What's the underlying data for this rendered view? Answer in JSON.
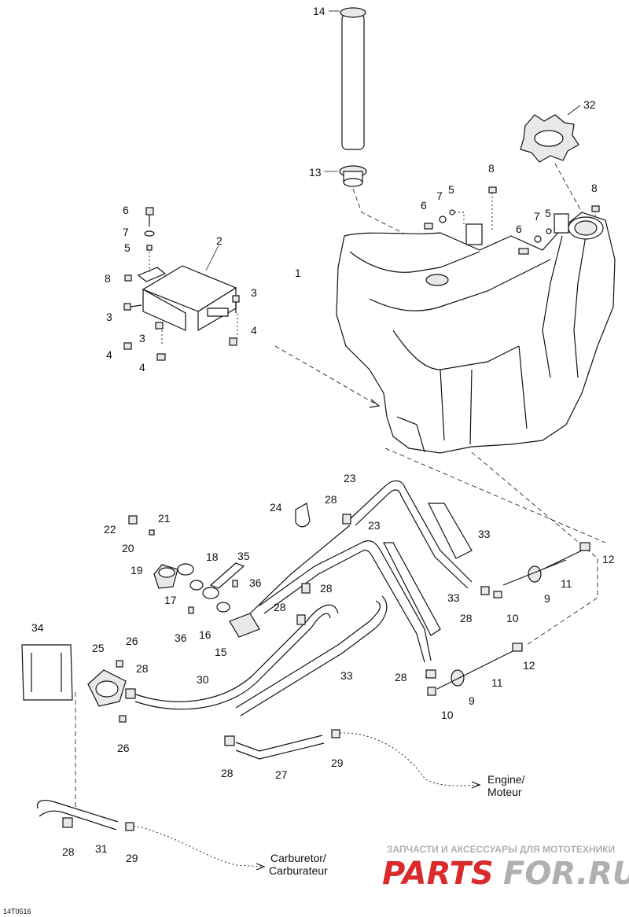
{
  "callouts": [
    {
      "id": "c14",
      "text": "14"
    },
    {
      "id": "c32",
      "text": "32"
    },
    {
      "id": "c13",
      "text": "13"
    },
    {
      "id": "c8a",
      "text": "8"
    },
    {
      "id": "c6a",
      "text": "6"
    },
    {
      "id": "c7a",
      "text": "7"
    },
    {
      "id": "c5a",
      "text": "5"
    },
    {
      "id": "c8b",
      "text": "8"
    },
    {
      "id": "c6b",
      "text": "6"
    },
    {
      "id": "c7b",
      "text": "7"
    },
    {
      "id": "c5b",
      "text": "5"
    },
    {
      "id": "c1",
      "text": "1"
    },
    {
      "id": "c6c",
      "text": "6"
    },
    {
      "id": "c7c",
      "text": "7"
    },
    {
      "id": "c5c",
      "text": "5"
    },
    {
      "id": "c2",
      "text": "2"
    },
    {
      "id": "c8c",
      "text": "8"
    },
    {
      "id": "c3a",
      "text": "3"
    },
    {
      "id": "c3b",
      "text": "3"
    },
    {
      "id": "c3c",
      "text": "3"
    },
    {
      "id": "c4a",
      "text": "4"
    },
    {
      "id": "c4b",
      "text": "4"
    },
    {
      "id": "c4c",
      "text": "4"
    },
    {
      "id": "c23a",
      "text": "23"
    },
    {
      "id": "c28a",
      "text": "28"
    },
    {
      "id": "c24",
      "text": "24"
    },
    {
      "id": "c22",
      "text": "22"
    },
    {
      "id": "c21",
      "text": "21"
    },
    {
      "id": "c20",
      "text": "20"
    },
    {
      "id": "c19",
      "text": "19"
    },
    {
      "id": "c18",
      "text": "18"
    },
    {
      "id": "c35",
      "text": "35"
    },
    {
      "id": "c17",
      "text": "17"
    },
    {
      "id": "c36a",
      "text": "36"
    },
    {
      "id": "c36b",
      "text": "36"
    },
    {
      "id": "c16",
      "text": "16"
    },
    {
      "id": "c15",
      "text": "15"
    },
    {
      "id": "c23b",
      "text": "23"
    },
    {
      "id": "c28b",
      "text": "28"
    },
    {
      "id": "c28c",
      "text": "28"
    },
    {
      "id": "c33a",
      "text": "33"
    },
    {
      "id": "c33b",
      "text": "33"
    },
    {
      "id": "c33c",
      "text": "33"
    },
    {
      "id": "c12a",
      "text": "12"
    },
    {
      "id": "c11a",
      "text": "11"
    },
    {
      "id": "c9a",
      "text": "9"
    },
    {
      "id": "c10a",
      "text": "10"
    },
    {
      "id": "c28d",
      "text": "28"
    },
    {
      "id": "c12b",
      "text": "12"
    },
    {
      "id": "c11b",
      "text": "11"
    },
    {
      "id": "c9b",
      "text": "9"
    },
    {
      "id": "c10b",
      "text": "10"
    },
    {
      "id": "c28e",
      "text": "28"
    },
    {
      "id": "c34",
      "text": "34"
    },
    {
      "id": "c25",
      "text": "25"
    },
    {
      "id": "c26a",
      "text": "26"
    },
    {
      "id": "c28f",
      "text": "28"
    },
    {
      "id": "c26b",
      "text": "26"
    },
    {
      "id": "c30",
      "text": "30"
    },
    {
      "id": "c28g",
      "text": "28"
    },
    {
      "id": "c27",
      "text": "27"
    },
    {
      "id": "c29a",
      "text": "29"
    },
    {
      "id": "c28h",
      "text": "28"
    },
    {
      "id": "c31",
      "text": "31"
    },
    {
      "id": "c29b",
      "text": "29"
    }
  ],
  "labels": {
    "engine_line1": "Engine/",
    "engine_line2": "Moteur",
    "carb_line1": "Carburetor/",
    "carb_line2": "Carburateur"
  },
  "figure_code": "14T0516",
  "watermark": {
    "top": "ЗАПЧАСТИ И АКСЕССУАРЫ ДЛЯ МОТОТЕХНИКИ",
    "brand_left": "PARTS",
    "brand_right": "FOR.RU",
    "color_red": "#d92b2b",
    "color_gray": "#b0b0b0"
  }
}
